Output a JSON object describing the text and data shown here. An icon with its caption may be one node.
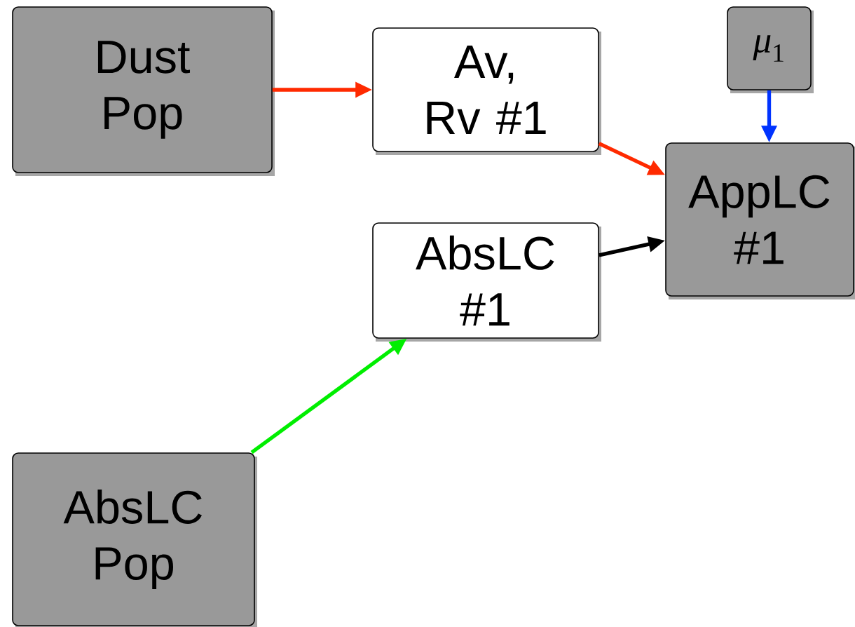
{
  "diagram": {
    "nodes": [
      {
        "text": [
          "Dust Pop"
        ]
      },
      {
        "text": [
          "Av, Rv #1"
        ]
      },
      {
        "text": [
          "*μ*$_{1}$"
        ]
      },
      {
        "text": [
          "AppLC #1"
        ]
      },
      {
        "text": [
          "AbsLC #1"
        ]
      },
      {
        "text": [
          "AbsLC Pop"
        ]
      }
    ],
    "edges": [
      {
        "from": 0,
        "to": 1,
        "arrow": "to",
        "color": "#ff2a00"
      },
      {
        "from": 1,
        "to": 3,
        "arrow": "to",
        "color": "#ff2a00"
      },
      {
        "from": 2,
        "to": 3,
        "arrow": "to",
        "color": "#0033ff"
      },
      {
        "from": 4,
        "to": 3,
        "arrow": "to",
        "color": "#000000"
      },
      {
        "from": 5,
        "to": 4,
        "arrow": "to",
        "color": "#00ee00"
      }
    ]
  }
}
